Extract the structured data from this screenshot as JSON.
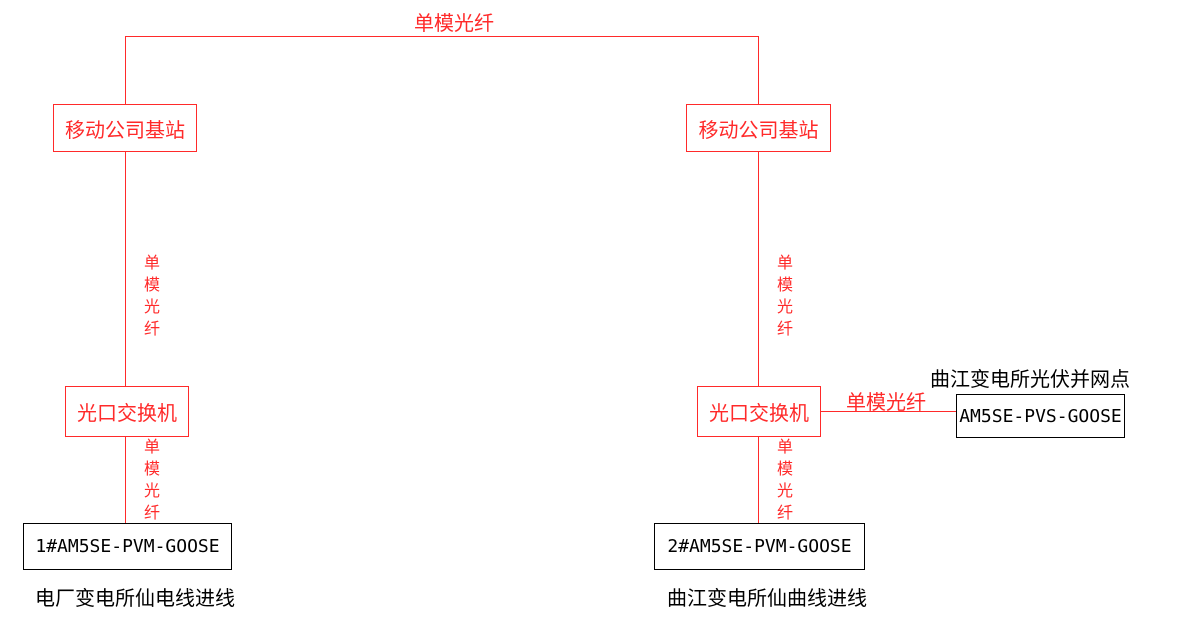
{
  "fiber_label": "单模光纤",
  "left": {
    "base_station": "移动公司基站",
    "switch": "光口交换机",
    "device": "1#AM5SE-PVM-GOOSE",
    "caption": "电厂变电所仙电线进线"
  },
  "right": {
    "base_station": "移动公司基站",
    "switch": "光口交换机",
    "device": "2#AM5SE-PVM-GOOSE",
    "caption": "曲江变电所仙曲线进线"
  },
  "pv": {
    "caption": "曲江变电所光伏并网点",
    "device": "AM5SE-PVS-GOOSE"
  },
  "colors": {
    "link": "#ff2a2a",
    "device_border": "#000000"
  }
}
